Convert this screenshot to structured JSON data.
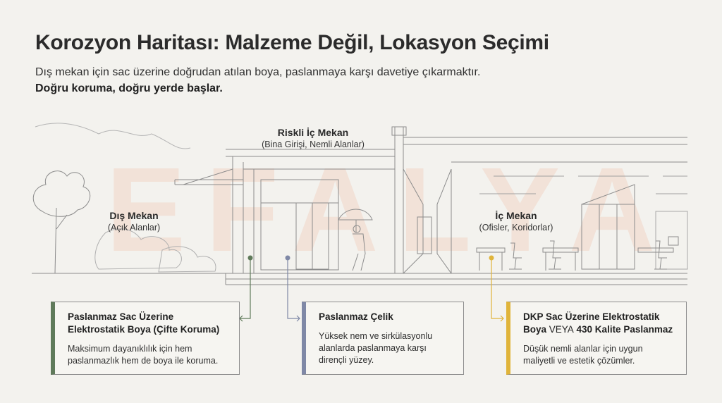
{
  "header": {
    "title": "Korozyon Haritası: Malzeme Değil, Lokasyon Seçimi",
    "subtitle": "Dış mekan için sac üzerine doğrudan atılan boya, paslanmaya karşı davetiye çıkarmaktır.",
    "tagline": "Doğru koruma, doğru yerde başlar."
  },
  "watermark": "EFALYA",
  "zones": [
    {
      "name": "Dış Mekan",
      "sub": "(Açık Alanlar)"
    },
    {
      "name": "Riskli İç Mekan",
      "sub": "(Bina Girişi, Nemli Alanlar)"
    },
    {
      "name": "İç Mekan",
      "sub": "(Ofisler, Koridorlar)"
    }
  ],
  "cards": [
    {
      "title": "Paslanmaz Sac Üzerine Elektrostatik Boya (Çifte Koruma)",
      "description": "Maksimum dayanıklılık için hem paslanmazlık hem de boya ile koruma.",
      "color": "#5f7a5a"
    },
    {
      "title": "Paslanmaz Çelik",
      "description": "Yüksek nem ve sirkülasyonlu alanlarda paslanmaya karşı dirençli yüzey.",
      "color": "#7f88a6"
    },
    {
      "title_part1": "DKP Sac Üzerine Elektrostatik Boya ",
      "title_part2": "VEYA",
      "title_part3": " 430 Kalite Paslanmaz",
      "description": "Düşük nemli alanlar için uygun maliyetli ve estetik çözümler.",
      "color": "#e0b43a"
    }
  ]
}
